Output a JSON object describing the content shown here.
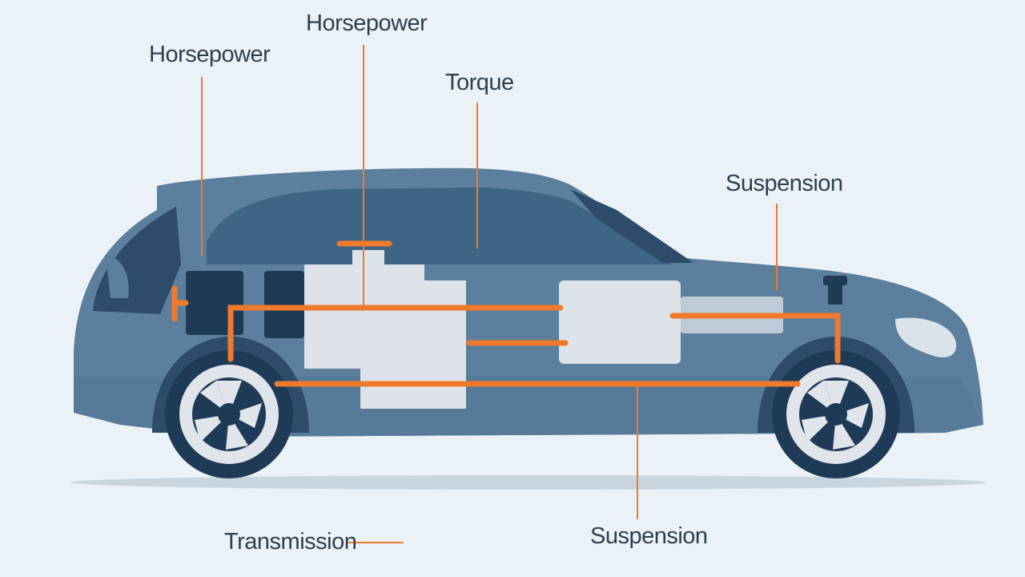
{
  "labels": {
    "horsepower_left": "Horsepower",
    "horsepower_top": "Horsepower",
    "torque": "Torque",
    "suspension_right": "Suspension",
    "transmission": "Transmission",
    "suspension_bottom": "Suspension"
  },
  "colors": {
    "background": "#ebf2f7",
    "car_body": "#5b7f9c",
    "car_dark": "#2c4c6a",
    "windows": "#3f6584",
    "components": "#dde3e8",
    "callout_line": "#f07a2c",
    "wheel_tire": "#1f3a57",
    "wheel_rim": "#dfe5ea",
    "ground_shadow": "#c9d6e0",
    "label_text": "#2f3e4e"
  },
  "icons": {
    "vehicle": "car-cutaway-icon"
  }
}
